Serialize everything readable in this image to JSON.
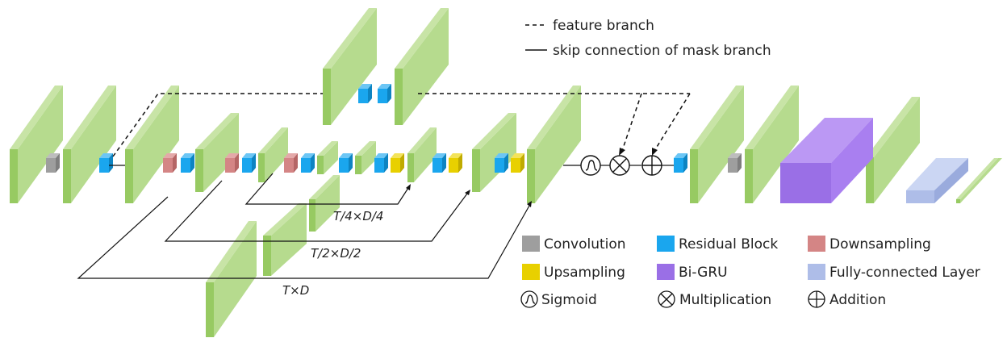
{
  "colors": {
    "feature_map": "#b6db8e",
    "feature_map_front": "#97ca62",
    "convolution": "#9e9e9e",
    "residual_block": "#1aa6ee",
    "downsampling": "#d48585",
    "upsampling": "#e8d000",
    "bigru": "#9a6fe6",
    "fully_connected": "#aebde8"
  },
  "top_legend": {
    "feature_branch": "feature branch",
    "skip_connection": "skip connection of mask branch"
  },
  "dimensions": {
    "quarter": "T/4×D/4",
    "half": "T/2×D/2",
    "full": "T×D"
  },
  "legend": {
    "convolution": "Convolution",
    "residual_block": "Residual Block",
    "downsampling": "Downsampling",
    "upsampling": "Upsampling",
    "bigru": "Bi-GRU",
    "fully_connected": "Fully-connected Layer",
    "sigmoid": "Sigmoid",
    "multiplication": "Multiplication",
    "addition": "Addition"
  }
}
